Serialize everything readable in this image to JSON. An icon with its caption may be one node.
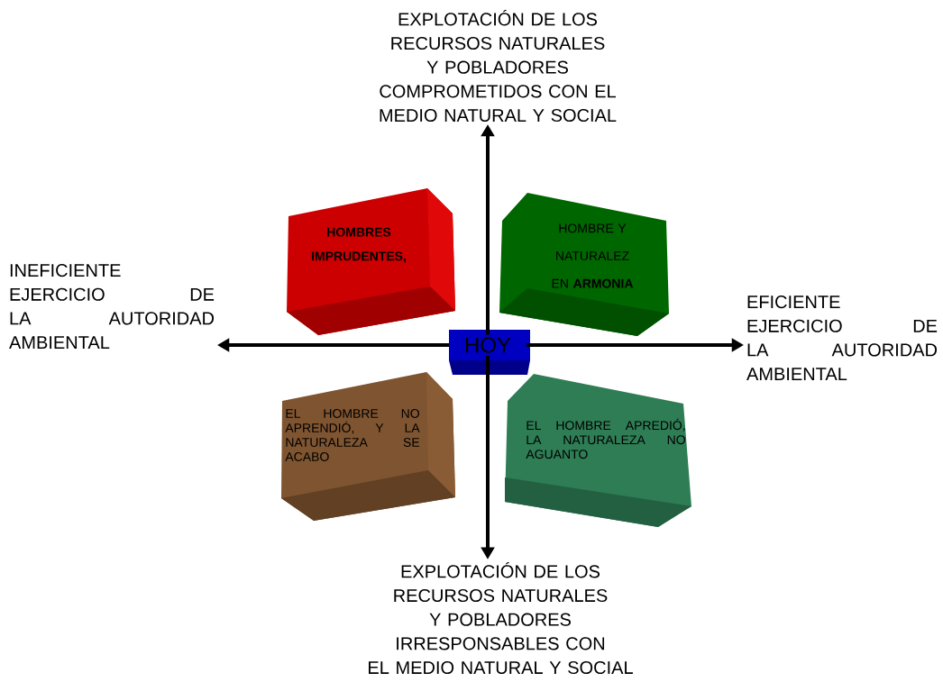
{
  "diagram": {
    "nodes": [
      {
        "text": [
          "HOMBRES IMPRUDENTES,"
        ]
      },
      {
        "text": [
          "HOMBRE Y NATURALEZ EN **ARMONIA**"
        ]
      },
      {
        "text": [
          "HOY"
        ]
      },
      {
        "text": [
          "EL HOMBRE NO APRENDIÓ, Y LA NATURALEZA SE ACABO"
        ]
      },
      {
        "text": [
          "EL HOMBRE APREDIÓ, LA NATURALEZA NO AGUANTO"
        ]
      },
      {
        "text": [
          "EXPLOTACIÓN DE LOS RECURSOS NATURALES Y POBLADORES COMPROMETIDOS CON EL MEDIO NATURAL Y SOCIAL"
        ]
      },
      {
        "text": [
          "INEFICIENTE EJERCICIO DE LA AUTORIDAD AMBIENTAL"
        ]
      },
      {
        "text": [
          "EFICIENTE EJERCICIO DE LA AUTORIDAD AMBIENTAL"
        ]
      },
      {
        "text": [
          "EXPLOTACIÓN DE LOS RECURSOS NATURALES Y POBLADORES IRRESPONSABLES CON EL MEDIO NATURAL Y SOCIAL"
        ]
      }
    ],
    "edges": [
      {
        "from": 2,
        "to": 5,
        "arrow": "to"
      },
      {
        "from": 2,
        "to": 6,
        "arrow": "to"
      },
      {
        "from": 2,
        "to": 7,
        "arrow": "to"
      },
      {
        "from": 2,
        "to": 8,
        "arrow": "to"
      }
    ]
  }
}
